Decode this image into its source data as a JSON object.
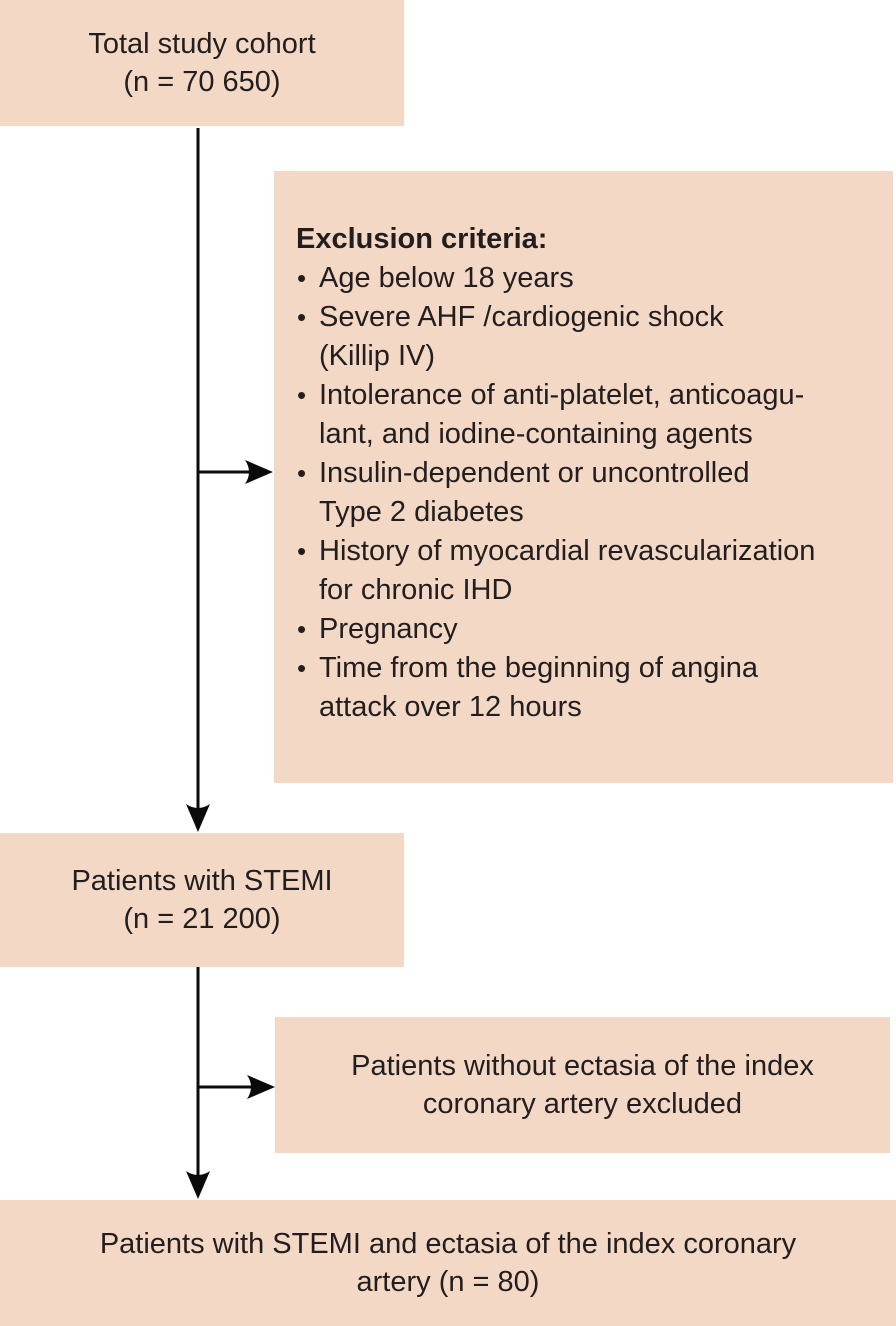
{
  "figure": {
    "type": "flowchart"
  },
  "colors": {
    "box-fill": "#f3d8c5",
    "line-color": "#0a0a0a",
    "text-color": "#221e1f"
  },
  "boxes": {
    "total_cohort": {
      "label": "Total study cohort\n(n = 70 650)"
    },
    "stemi": {
      "label": "Patients with STEMI\n(n = 21 200)"
    },
    "ectasia_excluded": {
      "label": "Patients without ectasia of the index\ncoronary artery excluded"
    },
    "final": {
      "label": "Patients with STEMI and ectasia of the index coronary\nartery (n = 80)"
    }
  },
  "exclusion": {
    "heading": "Exclusion criteria:",
    "items": [
      "Age below 18 years",
      "Severe AHF /cardiogenic shock\n(Killip IV)",
      "Intolerance of anti-platelet, anticoagu-\nlant, and iodine-containing agents",
      "Insulin-dependent or uncontrolled\nType 2 diabetes",
      "History of myocardial revascularization\nfor chronic IHD",
      "Pregnancy",
      "Time from the beginning of angina\nattack over 12 hours"
    ]
  }
}
